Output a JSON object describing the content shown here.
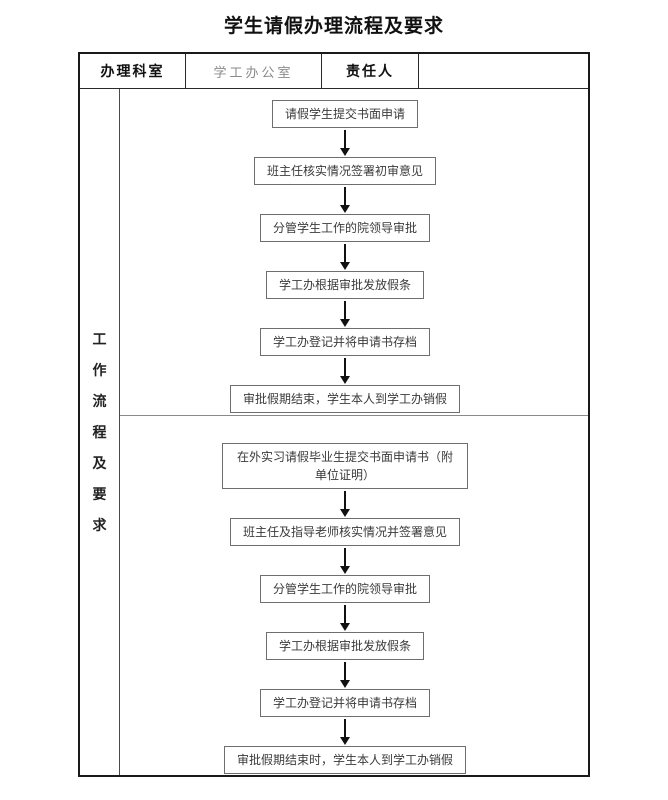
{
  "page": {
    "title": "学生请假办理流程及要求"
  },
  "header": {
    "cells": [
      {
        "label": "办理科室"
      },
      {
        "label": "学工办公室"
      },
      {
        "label": "责任人"
      },
      {
        "label": ""
      }
    ]
  },
  "side_label": {
    "text": "工作流程及要求",
    "chars": [
      "工",
      "作",
      "流",
      "程",
      "及",
      "要",
      "求"
    ]
  },
  "flows": [
    {
      "name": "regular-student-leave-flow",
      "steps": [
        "请假学生提交书面申请",
        "班主任核实情况签署初审意见",
        "分管学生工作的院领导审批",
        "学工办根据审批发放假条",
        "学工办登记并将申请书存档",
        "审批假期结束，学生本人到学工办销假"
      ]
    },
    {
      "name": "intern-graduate-leave-flow",
      "steps": [
        "在外实习请假毕业生提交书面申请书（附单位证明）",
        "班主任及指导老师核实情况并签署意见",
        "分管学生工作的院领导审批",
        "学工办根据审批发放假条",
        "学工办登记并将申请书存档",
        "审批假期结束时，学生本人到学工办销假"
      ]
    }
  ],
  "colors": {
    "outer_border": "#1a1a1a",
    "inner_line": "#4a4a4a",
    "section_divider": "#8a8a8a",
    "flow_box_border": "#6e6e6e",
    "flow_box_text": "#3a3a3a",
    "header_gray_text": "#8a8a8a",
    "arrow": "#111111",
    "background": "#ffffff"
  }
}
